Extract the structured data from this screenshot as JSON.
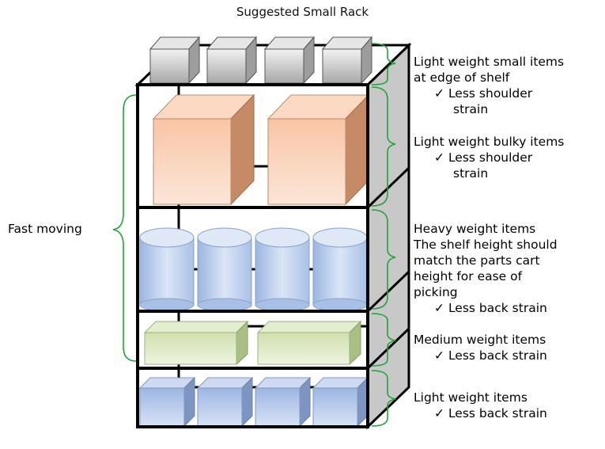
{
  "title": "Suggested Small Rack",
  "left_label": "Fast moving",
  "check_mark": "✓",
  "colors": {
    "frame": "#000000",
    "side_panel": "#cccccc",
    "bracket": "#22a33a",
    "gray_box": "#c9c9c9",
    "orange_box": "#f4b893",
    "blue_cylinder": "#b9cdea",
    "green_box": "#d4e3b6",
    "blue_box": "#aec3e6"
  },
  "shelves": [
    {
      "id": "top",
      "lines": [
        "Light weight small items",
        "at edge of shelf"
      ],
      "check": "Less shoulder",
      "check_cont": "strain"
    },
    {
      "id": "second",
      "lines": [
        "Light weight bulky items"
      ],
      "check": "Less shoulder",
      "check_cont": "strain"
    },
    {
      "id": "third",
      "lines": [
        "Heavy weight items",
        "The shelf height should",
        "match the parts cart",
        "height for ease of",
        "picking"
      ],
      "check": "Less back strain",
      "check_cont": ""
    },
    {
      "id": "fourth",
      "lines": [
        "Medium weight items"
      ],
      "check": "Less back strain",
      "check_cont": ""
    },
    {
      "id": "bottom",
      "lines": [
        "Light weight items"
      ],
      "check": "Less back strain",
      "check_cont": ""
    }
  ]
}
